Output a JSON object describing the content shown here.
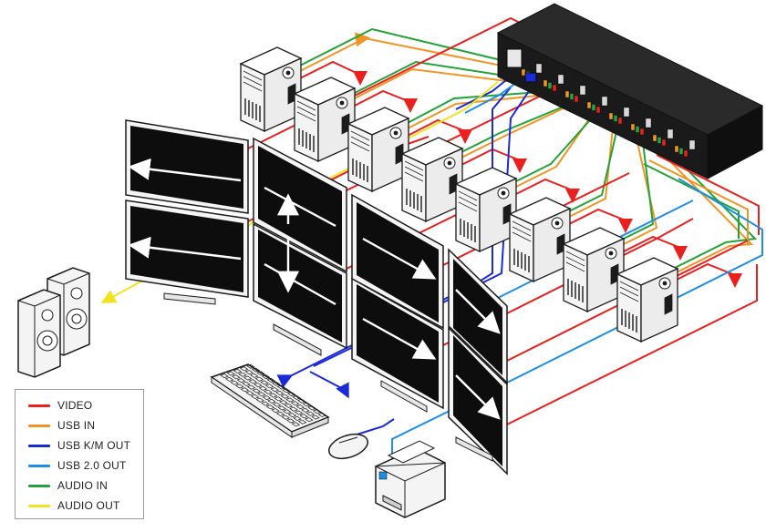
{
  "legend": {
    "items": [
      {
        "label": "VIDEO",
        "color": "#e8211f"
      },
      {
        "label": "USB IN",
        "color": "#f29422"
      },
      {
        "label": "USB K/M OUT",
        "color": "#1a2ad6"
      },
      {
        "label": "USB 2.0 OUT",
        "color": "#1e8fe0"
      },
      {
        "label": "AUDIO IN",
        "color": "#22a33a"
      },
      {
        "label": "AUDIO OUT",
        "color": "#f2e21f"
      }
    ]
  },
  "devices": {
    "computer_count": 8,
    "monitor_count": 8,
    "icons": [
      "kvm-switch-icon",
      "computer-tower-icon",
      "monitor-icon",
      "speaker-icon",
      "keyboard-icon",
      "mouse-icon",
      "printer-icon"
    ]
  },
  "colors": {
    "video": "#e8211f",
    "usb_in": "#f29422",
    "usb_km_out": "#1a2ad6",
    "usb2_out": "#1e8fe0",
    "audio_in": "#22a33a",
    "audio_out": "#f2e21f",
    "screen": "#0d0d0d",
    "device_fill": "#f4f4f4",
    "device_stroke": "#1c1c1c",
    "switch_body": "#1e1e1e"
  }
}
